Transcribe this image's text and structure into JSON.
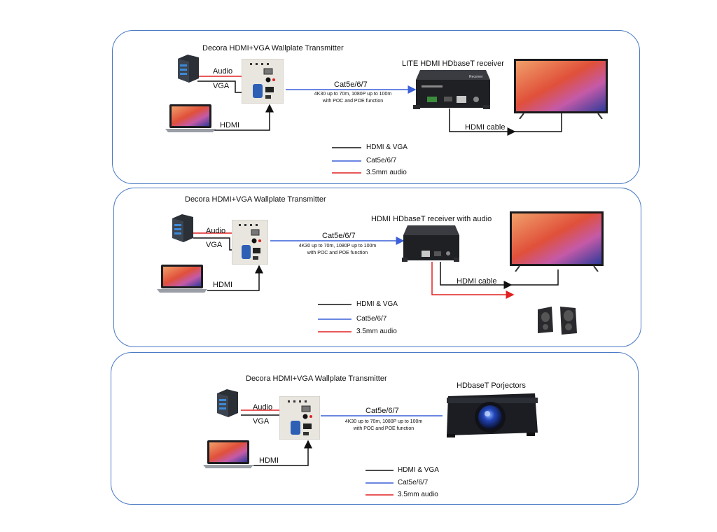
{
  "panels": [
    {
      "transmitter_title": "Decora HDMI+VGA Wallplate Transmitter",
      "receiver_title": "LITE HDMI HDbaseT receiver",
      "audio_label": "Audio",
      "vga_label": "VGA",
      "hdmi_label": "HDMI",
      "cable_label": "Cat5e/6/7",
      "spec_line1": "4K30 up to 70m, 1080P up to 100m",
      "spec_line2": "with POC and POE function",
      "hdmi_cable_label": "HDMI cable",
      "legend": [
        "HDMI & VGA",
        "Cat5e/6/7",
        "3.5mm audio"
      ]
    },
    {
      "transmitter_title": "Decora HDMI+VGA Wallplate Transmitter",
      "receiver_title": "HDMI HDbaseT receiver with audio",
      "audio_label": "Audio",
      "vga_label": "VGA",
      "hdmi_label": "HDMI",
      "cable_label": "Cat5e/6/7",
      "spec_line1": "4K30 up to 70m, 1080P up to 100m",
      "spec_line2": "with POC and POE function",
      "hdmi_cable_label": "HDMI cable",
      "legend": [
        "HDMI & VGA",
        "Cat5e/6/7",
        "3.5mm audio"
      ]
    },
    {
      "transmitter_title": "Decora HDMI+VGA Wallplate Transmitter",
      "receiver_title": "HDbaseT Porjectors",
      "audio_label": "Audio",
      "vga_label": "VGA",
      "hdmi_label": "HDMI",
      "cable_label": "Cat5e/6/7",
      "spec_line1": "4K30 up to 70m, 1080P up to 100m",
      "spec_line2": "with POC and POE function",
      "legend": [
        "HDMI & VGA",
        "Cat5e/6/7",
        "3.5mm audio"
      ]
    }
  ],
  "colors": {
    "panel_border": "#4a79c4",
    "hdmi_vga_line": "#111111",
    "cat_line": "#3a5fd8",
    "audio_line": "#e02020"
  },
  "icons": {
    "pc": "pc-tower-icon",
    "laptop": "laptop-icon",
    "wallplate": "wallplate-icon",
    "receiver": "receiver-box-icon",
    "tv": "tv-icon",
    "speakers": "speaker-icon",
    "projector": "projector-icon"
  }
}
